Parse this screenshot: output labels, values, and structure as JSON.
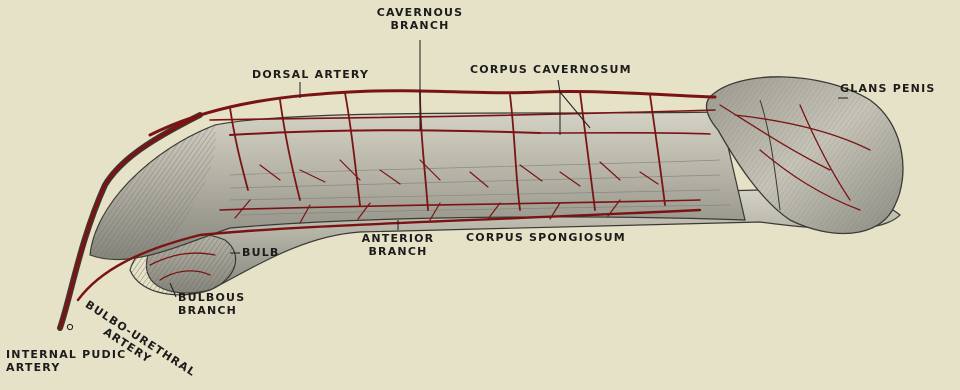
{
  "labels": {
    "cavernous_branch": [
      "CAVERNOUS",
      "BRANCH"
    ],
    "dorsal_artery": "DORSAL ARTERY",
    "corpus_cavernosum": "CORPUS CAVERNOSUM",
    "glans_penis": "GLANS PENIS",
    "bulb": "BULB",
    "anterior_branch": [
      "ANTERIOR",
      "BRANCH"
    ],
    "corpus_spongiosum": "CORPUS SPONGIOSUM",
    "bulbous_branch": [
      "BULBOUS",
      "BRANCH"
    ],
    "bulbo_urethral_artery": [
      "BULBO-URETHRAL",
      "ARTERY"
    ],
    "internal_pudic_artery": [
      "INTERNAL PUDIC",
      "ARTERY"
    ]
  },
  "colors": {
    "background": "#e6e2c8",
    "tissue": "#b9b7aa",
    "tissue_dark": "#8f8e85",
    "artery": "#7a1414",
    "ink": "#1c1c1c"
  }
}
